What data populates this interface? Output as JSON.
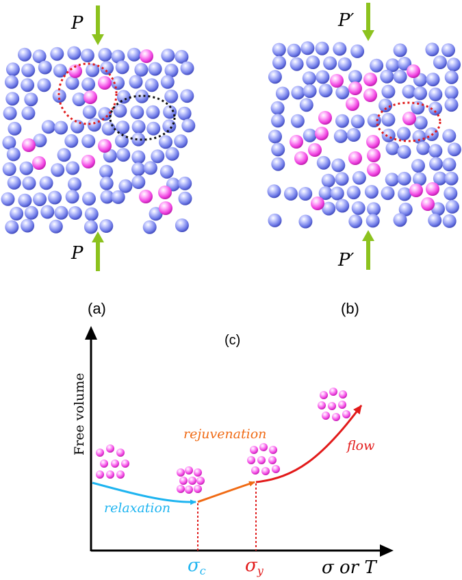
{
  "panel_a": {
    "label": "(a)",
    "top_force_label": "P",
    "bottom_force_label": "P"
  },
  "panel_b": {
    "label": "(b)",
    "top_force_label": "P′",
    "bottom_force_label": "P′"
  },
  "panel_c": {
    "label": "(c)",
    "y_axis_label": "Free volume",
    "x_axis_label": "σ or T",
    "sigma_c_label": "σc",
    "sigma_y_label": "σy",
    "relaxation_label": "relaxation",
    "rejuvenation_label": "rejuvenation",
    "flow_label": "flow"
  },
  "colors": {
    "blue_atom": "#6f7be8",
    "pink_atom": "#f040e0",
    "force_arrow": "#8cc21e",
    "relaxation": "#1eb4f0",
    "rejuvenation": "#f06a14",
    "flow": "#e21a1a",
    "red_circle": "#e01b1b",
    "black_circle": "#111111"
  }
}
